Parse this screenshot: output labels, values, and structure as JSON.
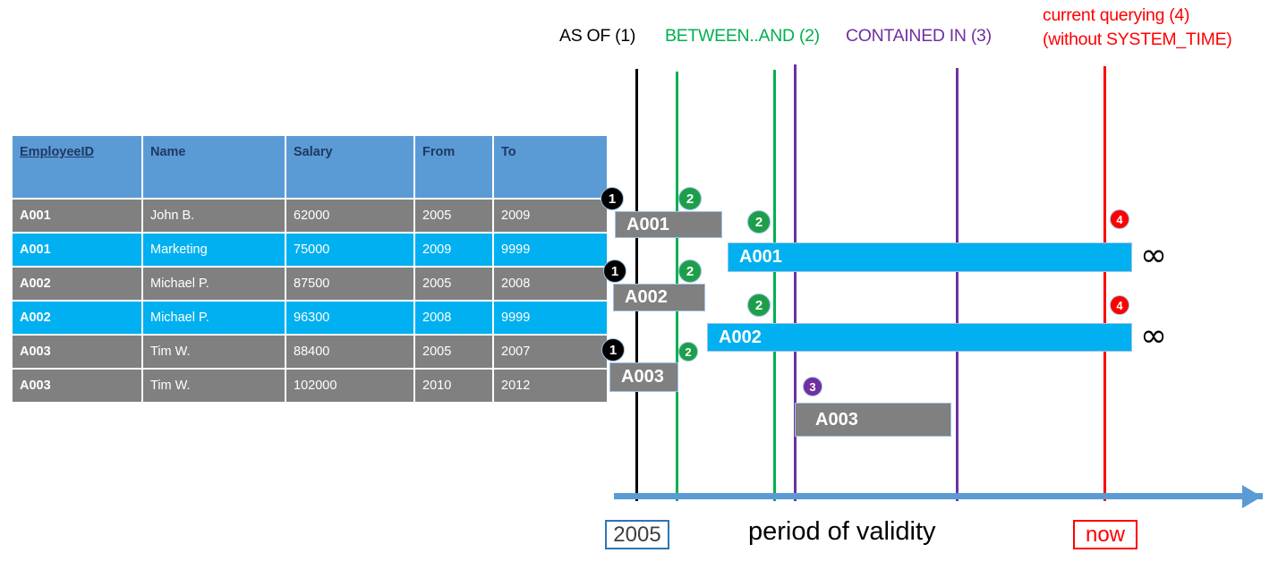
{
  "table": {
    "columns": [
      "EmployeeID",
      "Name",
      "Salary",
      "From",
      "To"
    ],
    "rows": [
      {
        "style": "gray",
        "cells": [
          "A001",
          "John  B.",
          "62000",
          "2005",
          "2009"
        ]
      },
      {
        "style": "cyan",
        "cells": [
          "A001",
          "Marketing",
          "75000",
          "2009",
          "9999"
        ]
      },
      {
        "style": "gray",
        "cells": [
          "A002",
          "Michael P.",
          "87500",
          "2005",
          "2008"
        ]
      },
      {
        "style": "cyan",
        "cells": [
          "A002",
          "Michael P.",
          "96300",
          "2008",
          "9999"
        ]
      },
      {
        "style": "gray",
        "cells": [
          "A003",
          "Tim W.",
          "88400",
          "2005",
          "2007"
        ]
      },
      {
        "style": "gray",
        "cells": [
          "A003",
          "Tim W.",
          "102000",
          "2010",
          "2012"
        ]
      }
    ]
  },
  "legend": [
    {
      "label": "AS OF (1)",
      "color": "#000000"
    },
    {
      "label": "BETWEEN..AND (2)",
      "color": "#00b050"
    },
    {
      "label": "CONTAINED IN (3)",
      "color": "#7030a0"
    },
    {
      "label_line1": "current querying (4)",
      "label_line2": "(without SYSTEM_TIME)",
      "color": "#ff0000"
    }
  ],
  "timeline": {
    "bars": [
      {
        "label": "A001",
        "style": "gray"
      },
      {
        "label": "A001",
        "style": "cyan"
      },
      {
        "label": "A002",
        "style": "gray"
      },
      {
        "label": "A002",
        "style": "cyan"
      },
      {
        "label": "A003",
        "style": "gray"
      },
      {
        "label": "A003",
        "style": "gray"
      }
    ],
    "badges": [
      "1",
      "2",
      "2",
      "1",
      "2",
      "2",
      "1",
      "2",
      "3",
      "4",
      "4"
    ],
    "infinity_symbol": "∞",
    "axis_caption": "period of validity",
    "start_label": "2005",
    "now_label": "now"
  },
  "colors": {
    "header_blue": "#5b9bd5",
    "header_text": "#1f3864",
    "row_gray": "#808080",
    "row_cyan": "#00b0f0",
    "line_black": "#000000",
    "line_green": "#00b050",
    "line_purple": "#7030a0",
    "line_red": "#ff0000",
    "axis_blue": "#5b9bd5"
  }
}
